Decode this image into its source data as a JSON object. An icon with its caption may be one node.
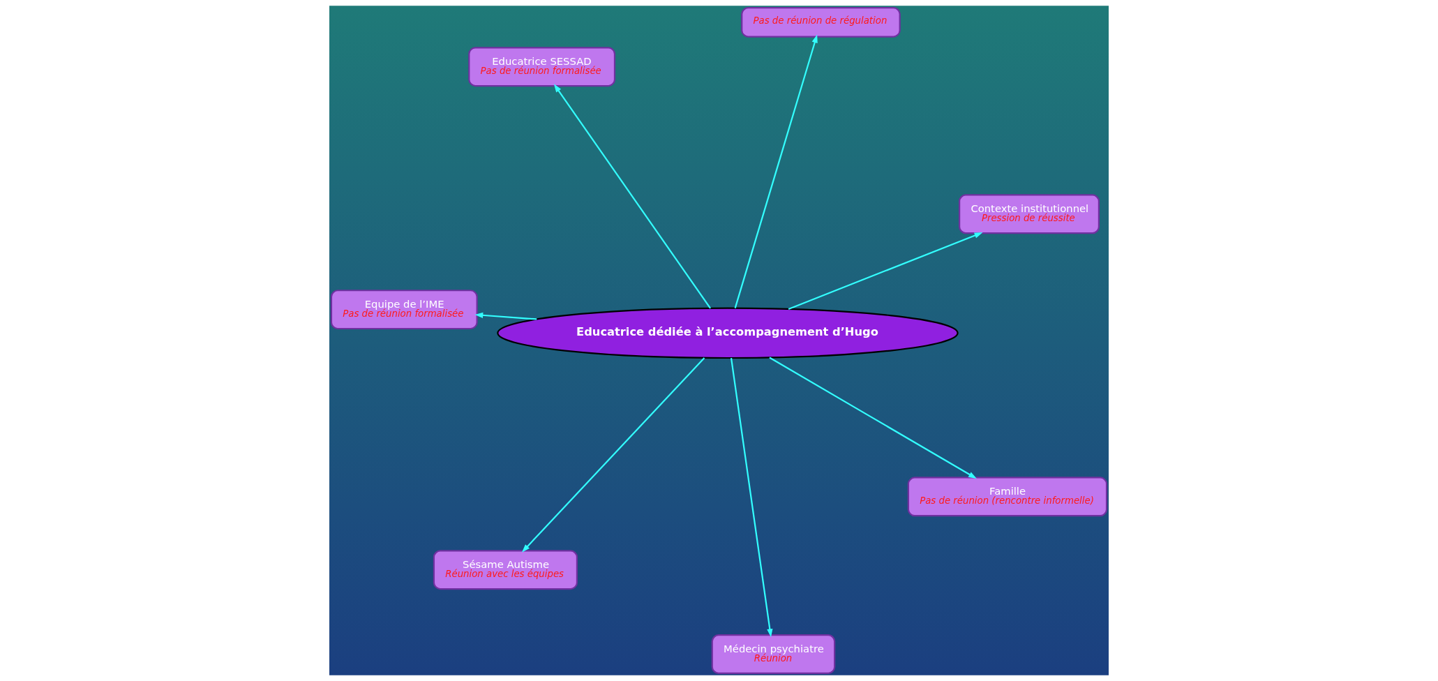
{
  "diagram": {
    "nodes": [
      {
        "text": [
          "Educatrice SESSAD",
          "Pas de réunion formalisée"
        ]
      },
      {
        "text": [
          "Contexte institutionnel",
          "Pression de réussite"
        ]
      },
      {
        "text": [
          "Médecin psychiatre",
          "Réunion"
        ]
      },
      {
        "text": [
          "Educatrice dédiée à l’accompagnement d’Hugo"
        ]
      },
      {
        "text": [
          "Pas de réunion de régulation"
        ]
      },
      {
        "text": [
          "Equipe de l’IME",
          "Pas de réunion formalisée"
        ]
      },
      {
        "text": [
          "Sésame Autisme",
          "Réunion avec les équipes"
        ]
      },
      {
        "text": [
          "Famille",
          "Pas de réunion (rencontre informelle)"
        ]
      }
    ],
    "edges": [
      {
        "from": 3,
        "to": 0,
        "arrow": "to"
      },
      {
        "from": 3,
        "to": 1,
        "arrow": "to"
      },
      {
        "from": 3,
        "to": 2,
        "arrow": "to"
      },
      {
        "from": 3,
        "to": 4,
        "arrow": "to"
      },
      {
        "from": 3,
        "to": 5,
        "arrow": "to"
      },
      {
        "from": 3,
        "to": 6,
        "arrow": "to"
      },
      {
        "from": 3,
        "to": 7,
        "arrow": "to"
      }
    ]
  }
}
